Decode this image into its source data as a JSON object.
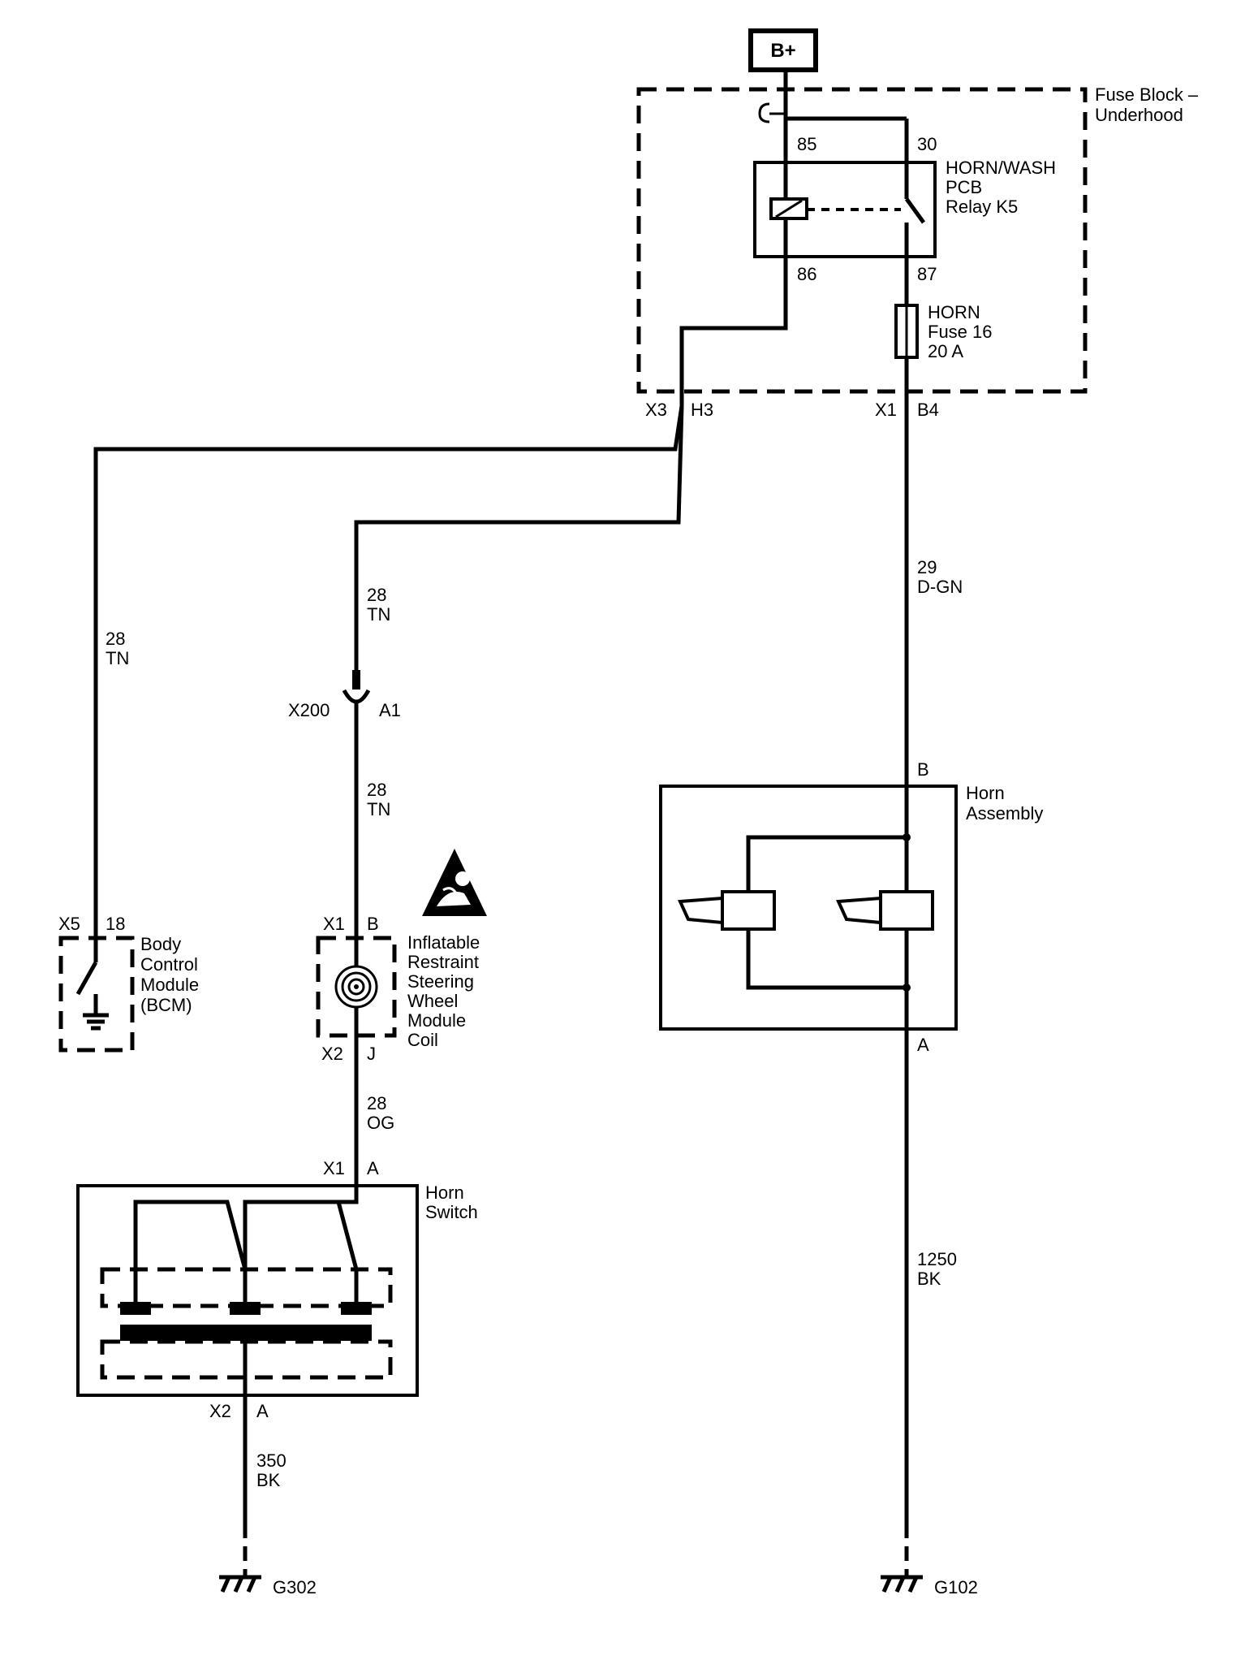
{
  "power": {
    "source": "B+"
  },
  "fuse_block": {
    "title_line1": "Fuse Block –",
    "title_line2": "Underhood",
    "relay": {
      "name_line1": "HORN/WASH",
      "name_line2": "PCB",
      "name_line3": "Relay K5",
      "pin_85": "85",
      "pin_30": "30",
      "pin_86": "86",
      "pin_87": "87"
    },
    "fuse": {
      "line1": "HORN",
      "line2": "Fuse 16",
      "line3": "20 A"
    },
    "conn_left": {
      "connector": "X3",
      "pin": "H3"
    },
    "conn_right": {
      "connector": "X1",
      "pin": "B4"
    }
  },
  "wires": {
    "bcm_wire": {
      "circuit": "28",
      "color": "TN"
    },
    "upper_tn": {
      "circuit": "28",
      "color": "TN"
    },
    "lower_tn": {
      "circuit": "28",
      "color": "TN"
    },
    "og": {
      "circuit": "28",
      "color": "OG"
    },
    "dgn": {
      "circuit": "29",
      "color": "D-GN"
    },
    "bk_right": {
      "circuit": "1250",
      "color": "BK"
    },
    "bk_left": {
      "circuit": "350",
      "color": "BK"
    }
  },
  "inline_connector": {
    "name": "X200",
    "pin": "A1"
  },
  "bcm": {
    "connector": "X5",
    "pin": "18",
    "line1": "Body",
    "line2": "Control",
    "line3": "Module",
    "line4": "(BCM)"
  },
  "coil": {
    "top_connector": "X1",
    "top_pin": "B",
    "bottom_connector": "X2",
    "bottom_pin": "J",
    "line1": "Inflatable",
    "line2": "Restraint",
    "line3": "Steering",
    "line4": "Wheel",
    "line5": "Module",
    "line6": "Coil"
  },
  "horn_switch": {
    "line1": "Horn",
    "line2": "Switch",
    "top_connector": "X1",
    "top_pin": "A",
    "bottom_connector": "X2",
    "bottom_pin": "A"
  },
  "horn_assembly": {
    "line1": "Horn",
    "line2": "Assembly",
    "top_pin": "B",
    "bottom_pin": "A"
  },
  "grounds": {
    "left": "G302",
    "right": "G102"
  }
}
